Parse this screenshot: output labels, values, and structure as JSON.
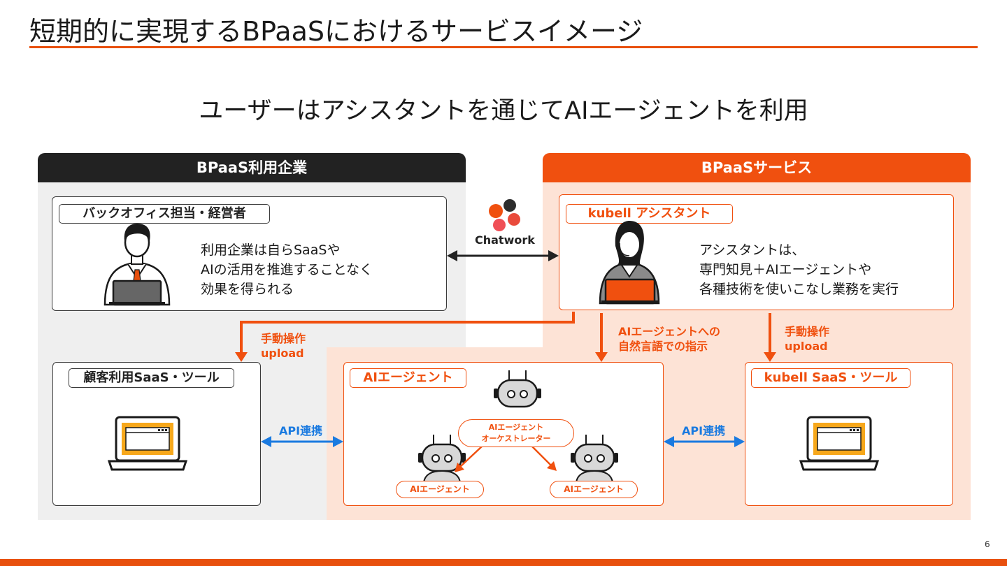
{
  "title": "短期的に実現するBPaaSにおけるサービスイメージ",
  "subtitle": "ユーザーはアシスタントを通じてAIエージェントを利用",
  "left_zone": {
    "header": "BPaaS利用企業",
    "backoffice": {
      "tag": "バックオフィス担当・経営者",
      "lines": [
        "利用企業は自らSaaSや",
        "AIの活用を推進することなく",
        "効果を得られる"
      ]
    },
    "customer_saas": {
      "tag": "顧客利用SaaS・ツール"
    }
  },
  "right_zone": {
    "header": "BPaaSサービス",
    "assistant": {
      "tag": "kubell アシスタント",
      "lines": [
        "アシスタントは、",
        "専門知見＋AIエージェントや",
        "各種技術を使いこなし業務を実行"
      ]
    },
    "ai_agent": {
      "tag": "AIエージェント",
      "orchestrator_lines": [
        "AIエージェント",
        "オーケストレーター"
      ],
      "sub_agents": [
        "AIエージェント",
        "AIエージェント"
      ]
    },
    "kubell_saas": {
      "tag": "kubell SaaS・ツール"
    }
  },
  "connectors": {
    "chatwork": "Chatwork",
    "manual_left": [
      "手動操作",
      "upload"
    ],
    "instruction": [
      "AIエージェントへの",
      "自然言語での指示"
    ],
    "manual_right": [
      "手動操作",
      "upload"
    ],
    "api_left": "API連携",
    "api_right": "API連携"
  },
  "page_number": "6",
  "colors": {
    "accent": "#f0500f",
    "dark": "#222222",
    "blue": "#1a7ae0",
    "gray_zone": "#efefef",
    "peach_zone": "#fde3d6",
    "screen_yellow": "#f7a81b"
  },
  "icons": [
    "businessman-laptop-icon",
    "headset-operator-icon",
    "laptop-icon",
    "robot-icon",
    "chatwork-logo-icon"
  ]
}
